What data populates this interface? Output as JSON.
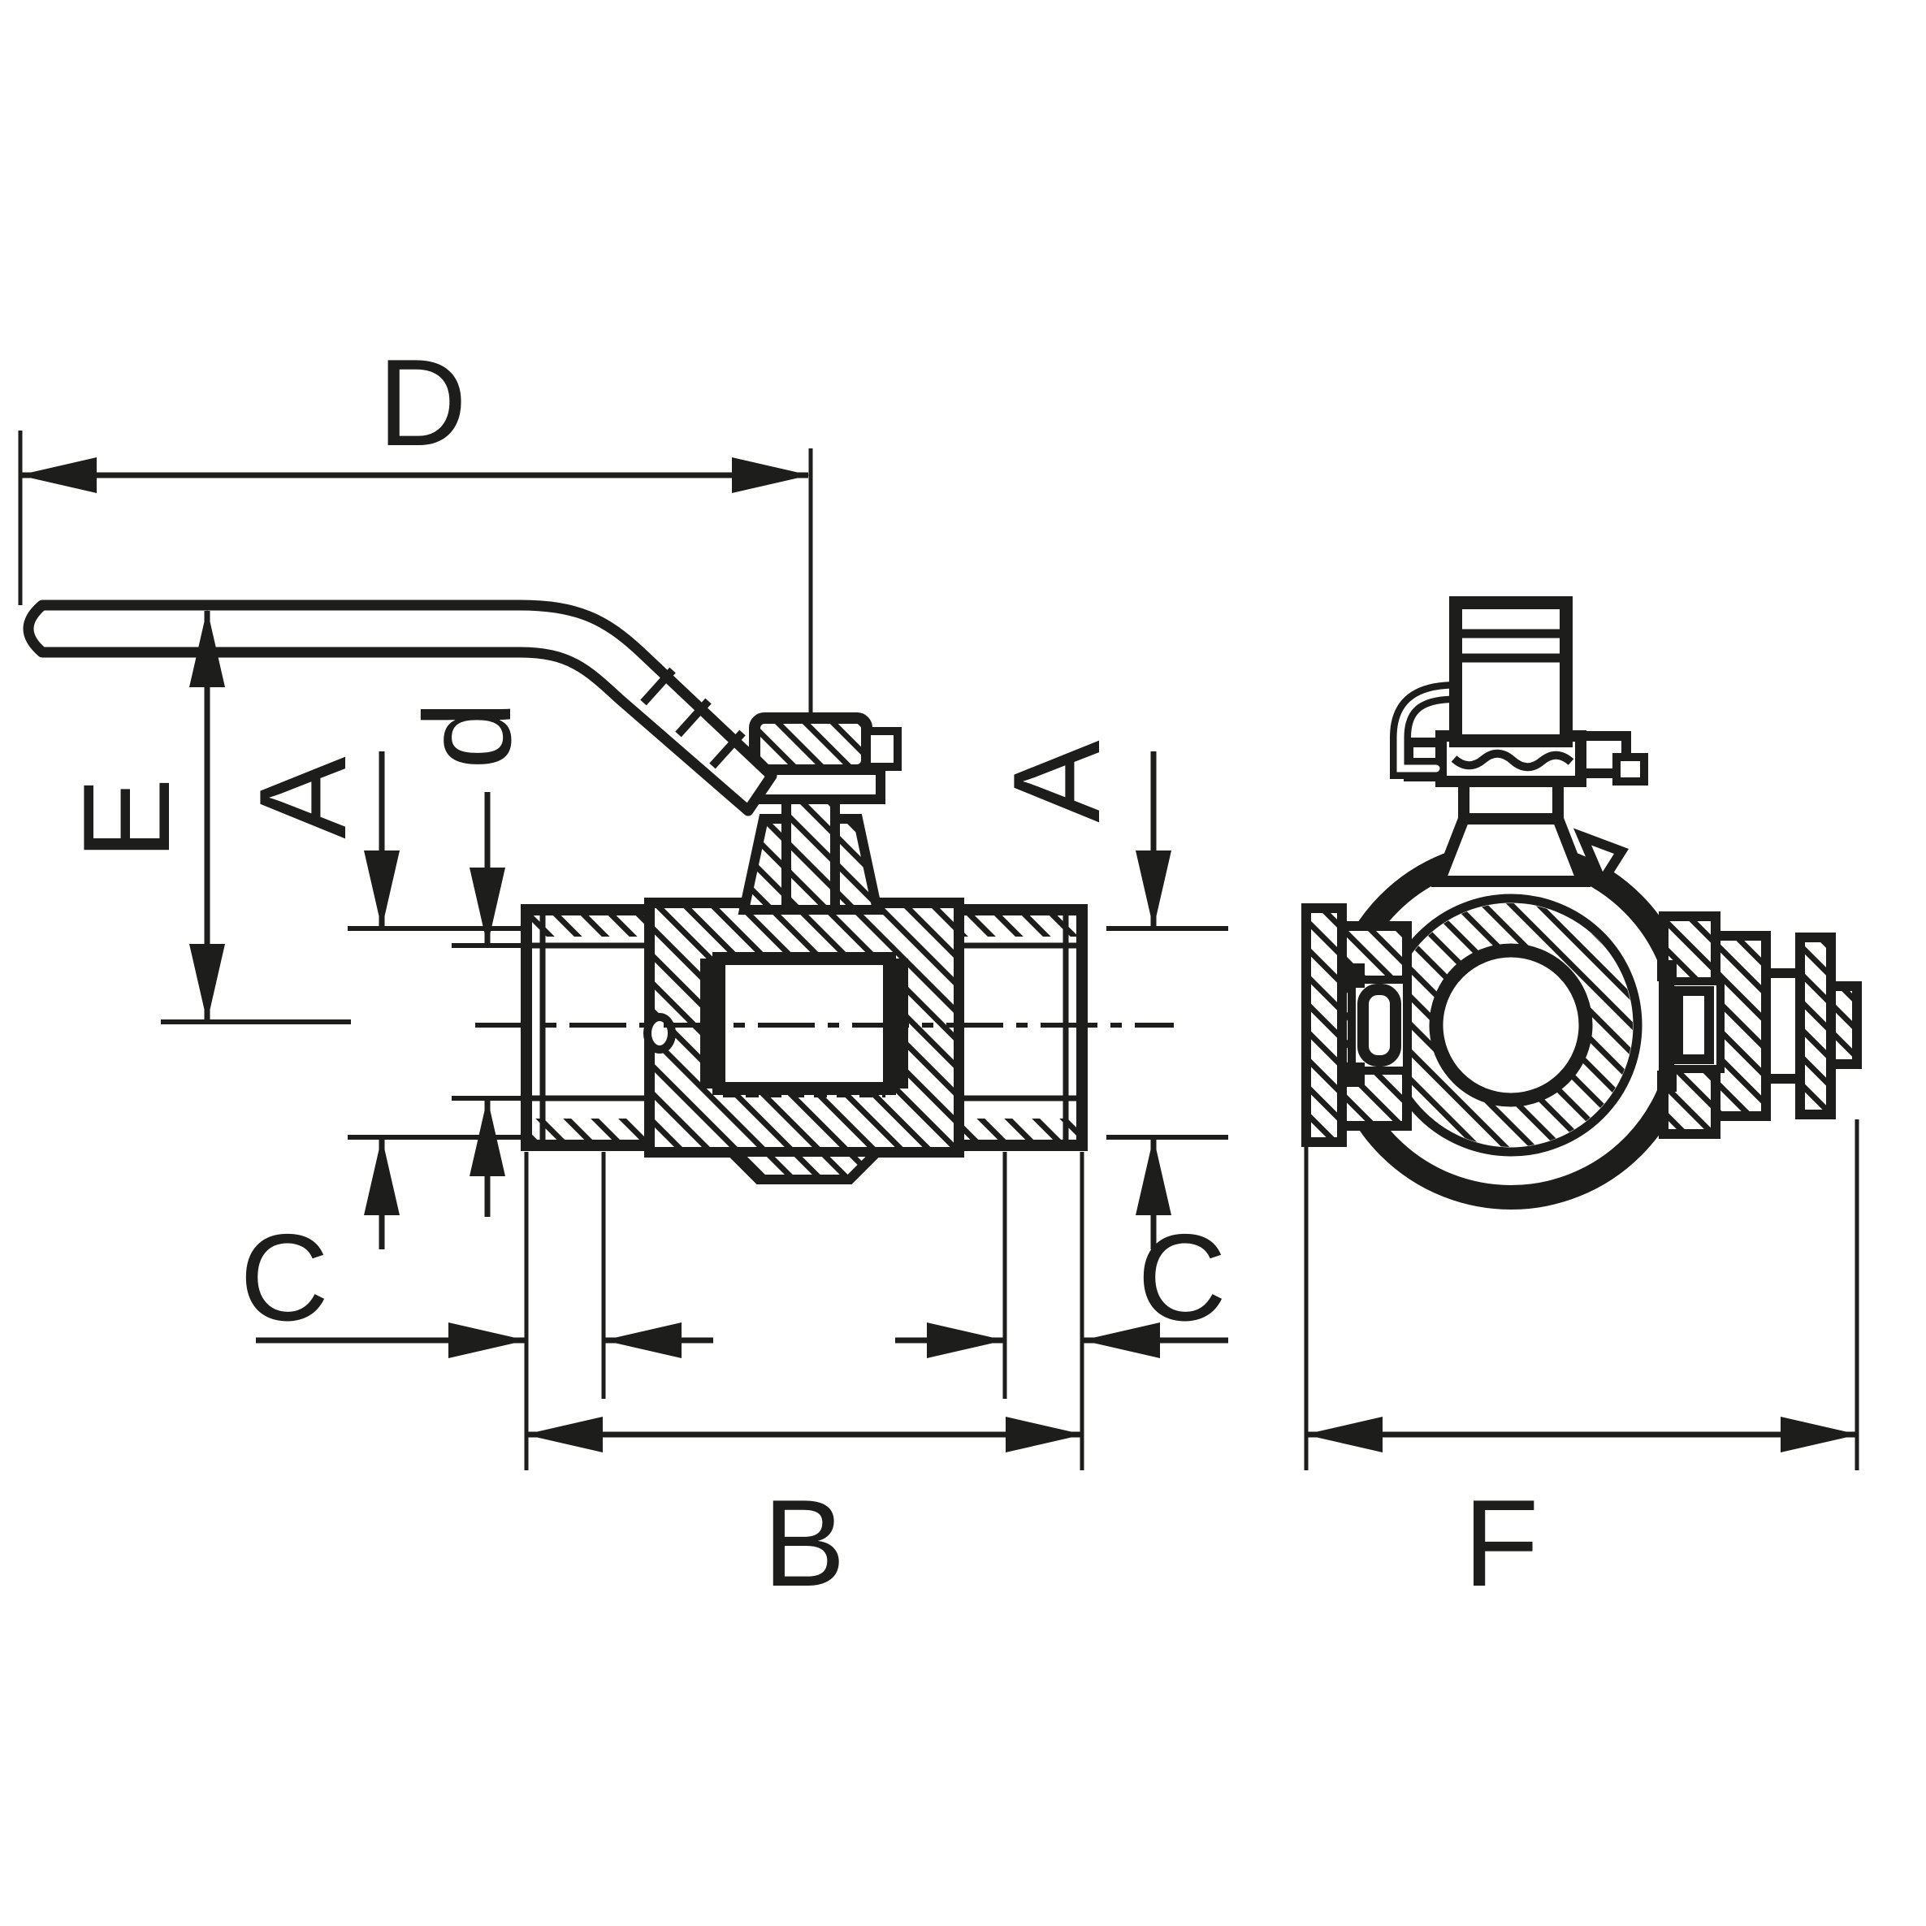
{
  "drawing": {
    "kind": "ball-valve technical drawing, side section and end view"
  },
  "colors": {
    "ink": "#1d1d1b",
    "paper": "#ffffff"
  },
  "dim_labels": {
    "D": "D",
    "E": "E",
    "A_left": "A",
    "d": "d",
    "A_right": "A",
    "C_left": "C",
    "C_right": "C",
    "B": "B",
    "F": "F"
  }
}
